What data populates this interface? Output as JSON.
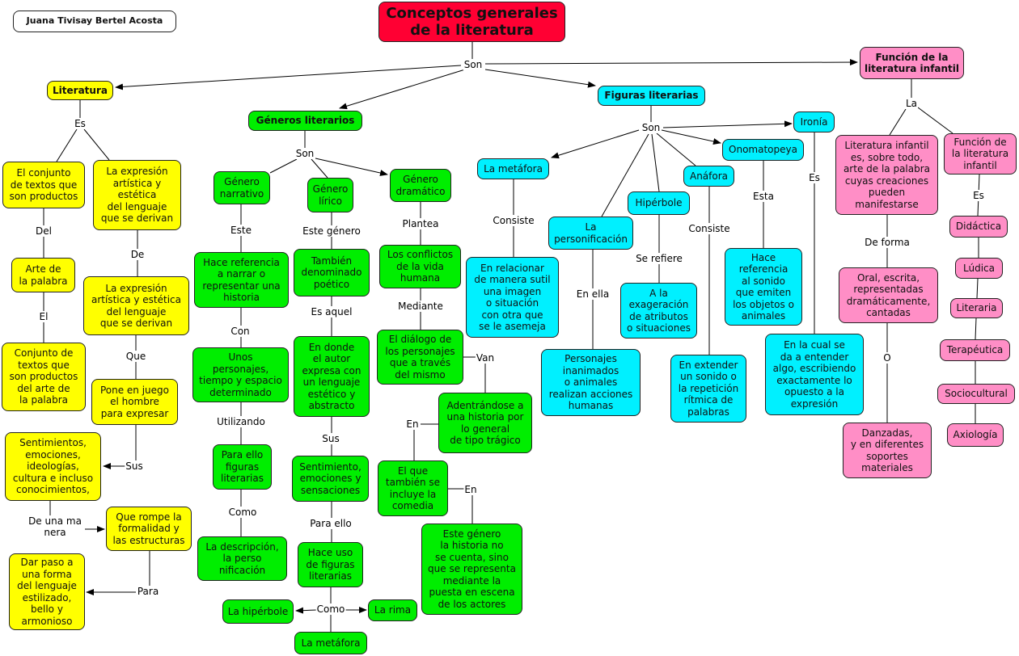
{
  "title": "Conceptos generales\nde la literatura",
  "author": "Juana Tivisay Bertel Acosta",
  "nodes": {
    "literatura": "Literatura",
    "generos": "Géneros literarios",
    "figuras": "Figuras literarias",
    "funcion": "Función de la\nliteratura infantil",
    "lit_conjunto": "El conjunto\nde textos que\nson productos",
    "lit_expresion": "La expresión\nartística y\nestética\ndel lenguaje\nque se derivan",
    "lit_arte": "Arte de\nla palabra",
    "lit_conjunto2": "Conjunto de\ntextos que\nson productos\ndel arte de\nla palabra",
    "lit_expresion2": "La expresión\nartística y estética\ndel lenguaje\nque se derivan",
    "lit_pone": "Pone en juego\nel hombre\npara expresar",
    "lit_sentimientos": "Sentimientos,\nemociones,\nideologías,\ncultura e incluso\nconocimientos,",
    "lit_rompe": "Que rompe la\nformalidad y\nlas estructuras",
    "lit_dar": "Dar paso a\nuna forma\ndel lenguaje\nestilizado,\nbello y\narmonioso",
    "gen_narrativo": "Género\nnarrativo",
    "gen_lirico": "Género\nlírico",
    "gen_dramatico": "Género\ndramático",
    "nar_hace": "Hace referencia\na narrar o\nrepresentar una\nhistoria",
    "nar_unos": "Unos\npersonajes,\ntiempo y espacio\ndeterminado",
    "nar_para": "Para ello\nfiguras\nliterarias",
    "nar_desc": "La descripción,\nla perso\nnificación",
    "lir_tambien": "También\ndenominado\npoético",
    "lir_donde": "En donde\nel autor\nexpresa con\nun lenguaje\nestético y\nabstracto",
    "lir_sent": "Sentimiento,\nemociones y\nsensaciones",
    "lir_hace": "Hace uso\nde figuras\nliterarias",
    "lir_hiperbole": "La hipérbole",
    "lir_rima": "La rima",
    "lir_metafora": "La metáfora",
    "dra_conflictos": "Los conflictos\nde la vida\nhumana",
    "dra_dialogo": "El diálogo de\nlos personajes\nque a través\ndel mismo",
    "dra_adentrandose": "Adentrándose a\nuna historia por\nlo general\nde tipo trágico",
    "dra_comedia": "El que\ntambién se\nincluye la\ncomedia",
    "dra_este": "Este género\nla historia no\nse cuenta, sino\nque se representa\nmediante la\npuesta en escena\nde los actores",
    "fig_metafora": "La metáfora",
    "fig_metafora_def": "En relacionar\nde manera sutil\nuna imagen\no situación\ncon otra que\nse le asemeja",
    "fig_personificacion": "La\npersonificación",
    "fig_personificacion_def": "Personajes\ninanimados\no animales\nrealizan acciones\nhumanas",
    "fig_hiperbole": "Hipérbole",
    "fig_hiperbole_def": "A la\nexageración\nde atributos\no situaciones",
    "fig_anafora": "Anáfora",
    "fig_anafora_def": "En extender\nun sonido o\nla repetición\nrítmica de\npalabras",
    "fig_onomatopeya": "Onomatopeya",
    "fig_onomatopeya_def": "Hace\nreferencia\nal sonido\nque emiten\nlos objetos o\nanimales",
    "fig_ironia": "Ironía",
    "fig_ironia_def": "En la cual se\nda a entender\nalgo, escribiendo\nexactamente lo\nopuesto a la\nexpresión",
    "fun_lit": "Literatura infantil\nes, sobre todo,\narte de la palabra\ncuyas creaciones\npueden\nmanifestarse",
    "fun_oral": "Oral, escrita,\nrepresentadas\ndramáticamente,\ncantadas",
    "fun_danzadas": "Danzadas,\ny en diferentes\nsoportes\nmateriales",
    "fun_funcion": "Función de\nla literatura\ninfantil",
    "fun_didactica": "Didáctica",
    "fun_ludica": "Lúdica",
    "fun_literaria": "Literaria",
    "fun_terapeutica": "Terapéutica",
    "fun_sociocultural": "Sociocultural",
    "fun_axiologia": "Axiología"
  },
  "links": {
    "son_main": "Son",
    "es_lit": "Es",
    "del": "Del",
    "el": "El",
    "de": "De",
    "que": "Que",
    "sus_lit": "Sus",
    "de_una_manera": "De una ma\nnera",
    "para_lit": "Para",
    "son_gen": "Son",
    "este": "Este",
    "con": "Con",
    "utilizando": "Utilizando",
    "como_nar": "Como",
    "este_genero": "Este género",
    "es_aquel": "Es aquel",
    "sus_lir": "Sus",
    "para_ello": "Para ello",
    "como_lir": "Como",
    "plantea": "Plantea",
    "mediante": "Mediante",
    "van": "Van",
    "en1": "En",
    "en2": "En",
    "son_fig": "Son",
    "consiste1": "Consiste",
    "en_ella": "En ella",
    "se_refiere": "Se refiere",
    "consiste2": "Consiste",
    "esta": "Esta",
    "es_iron": "Es",
    "la": "La",
    "de_forma": "De forma",
    "o": "O",
    "es_fun": "Es"
  }
}
